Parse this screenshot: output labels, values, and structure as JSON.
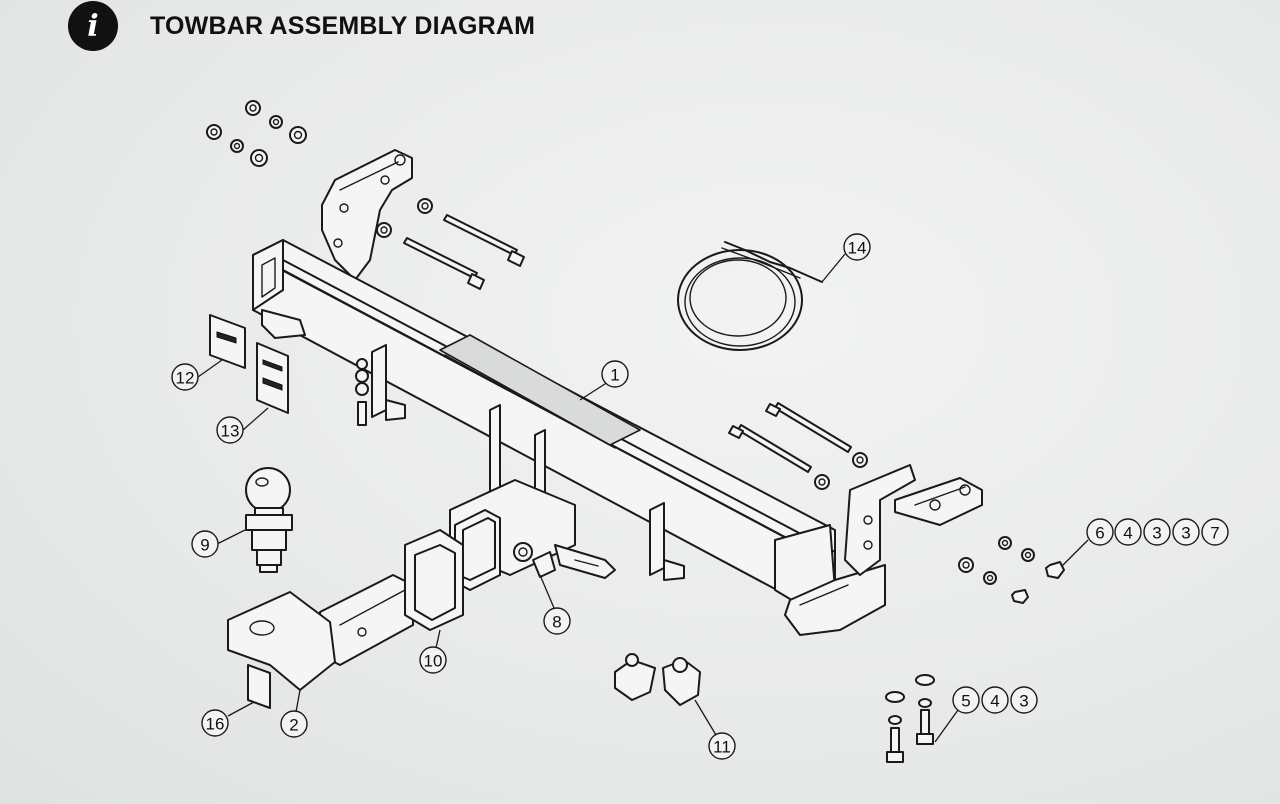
{
  "header": {
    "icon": "info-icon",
    "info_glyph": "i",
    "title": "TOWBAR ASSEMBLY DIAGRAM"
  },
  "callouts": {
    "c1": "1",
    "c2": "2",
    "c3": "3",
    "c4": "4",
    "c5": "5",
    "c6": "6",
    "c7": "7",
    "c8": "8",
    "c9": "9",
    "c10": "10",
    "c11": "11",
    "c12": "12",
    "c13": "13",
    "c14": "14",
    "c16": "16"
  },
  "colors": {
    "ink": "#1a1a1a",
    "paper": "#e9ebea",
    "badge": "#111111"
  }
}
